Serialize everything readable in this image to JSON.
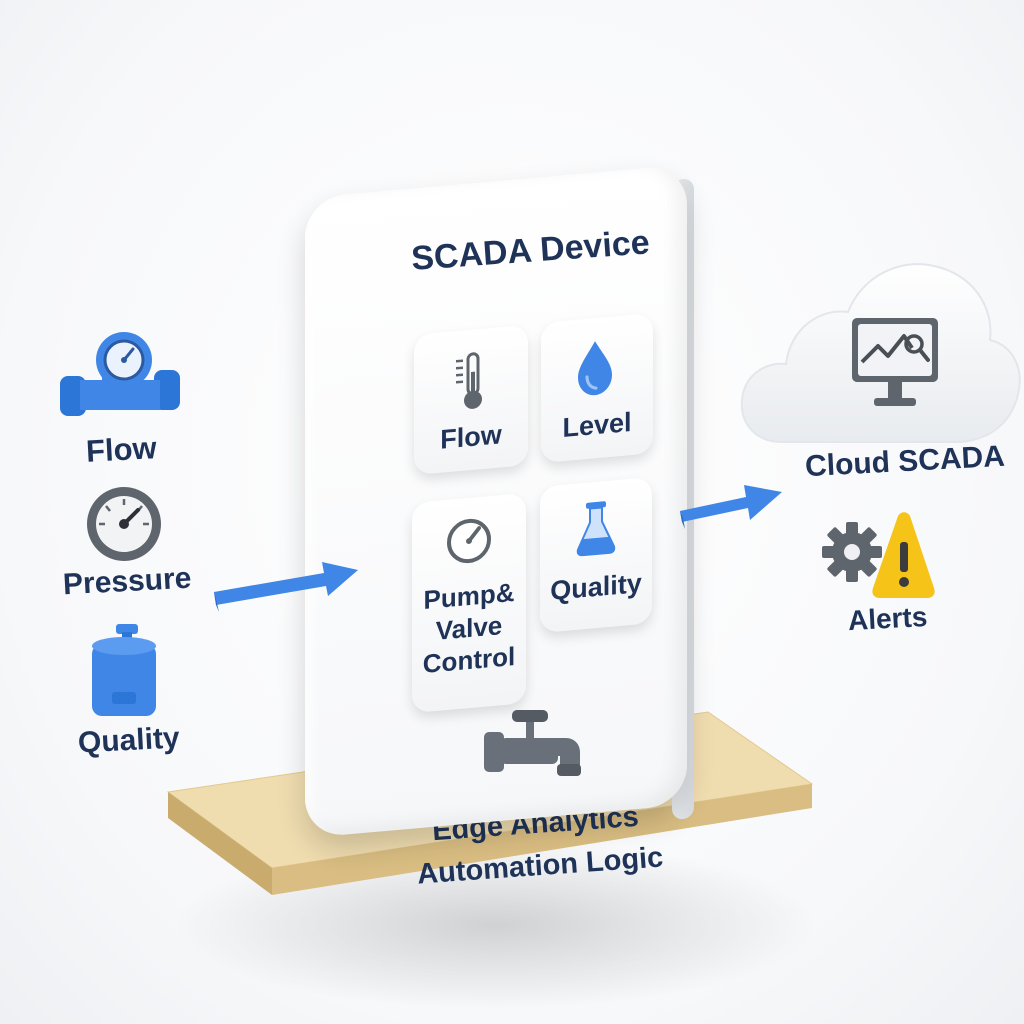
{
  "device": {
    "title": "SCADA Device",
    "tiles": [
      {
        "label": "Flow",
        "icon": "thermometer-icon"
      },
      {
        "label": "Level",
        "icon": "water-drop-icon"
      },
      {
        "label_lines": [
          "Pump&",
          "Valve",
          "Control"
        ],
        "icon": "gauge-icon"
      },
      {
        "label": "Quality",
        "icon": "flask-icon"
      }
    ],
    "faucet_icon": "faucet-icon"
  },
  "platform": {
    "line1": "Edge Analytics",
    "line2": "Automation Logic"
  },
  "inputs": [
    {
      "label": "Flow",
      "icon": "flow-meter-icon"
    },
    {
      "label": "Pressure",
      "icon": "pressure-gauge-icon"
    },
    {
      "label": "Quality",
      "icon": "quality-sensor-icon"
    }
  ],
  "outputs": {
    "cloud_label": "Cloud SCADA",
    "cloud_icon": "cloud-monitor-icon",
    "alerts_label": "Alerts",
    "alerts_icon": "gear-warning-icon"
  },
  "colors": {
    "navy": "#1f3358",
    "blue": "#3f86e6",
    "platform": "#e9d3a0",
    "gray": "#5f656d",
    "warning": "#f6c419"
  }
}
